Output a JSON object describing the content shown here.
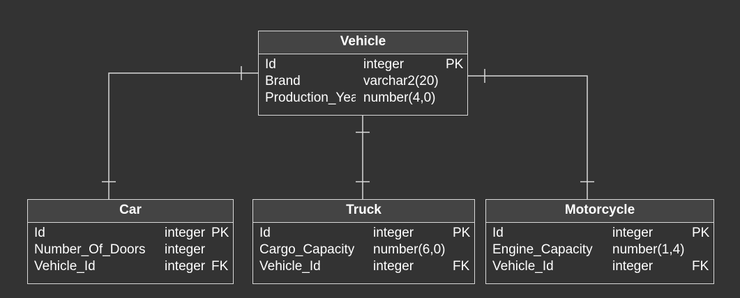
{
  "entities": {
    "vehicle": {
      "title": "Vehicle",
      "columns": [
        {
          "name": "Id",
          "type": "integer",
          "key": "PK"
        },
        {
          "name": "Brand",
          "type": "varchar2(20)",
          "key": ""
        },
        {
          "name": "Production_Year",
          "type": "number(4,0)",
          "key": ""
        }
      ]
    },
    "car": {
      "title": "Car",
      "columns": [
        {
          "name": "Id",
          "type": "integer",
          "key": "PK"
        },
        {
          "name": "Number_Of_Doors",
          "type": "integer",
          "key": ""
        },
        {
          "name": "Vehicle_Id",
          "type": "integer",
          "key": "FK"
        }
      ]
    },
    "truck": {
      "title": "Truck",
      "columns": [
        {
          "name": "Id",
          "type": "integer",
          "key": "PK"
        },
        {
          "name": "Cargo_Capacity",
          "type": "number(6,0)",
          "key": ""
        },
        {
          "name": "Vehicle_Id",
          "type": "integer",
          "key": "FK"
        }
      ]
    },
    "motorcycle": {
      "title": "Motorcycle",
      "columns": [
        {
          "name": "Id",
          "type": "integer",
          "key": "PK"
        },
        {
          "name": "Engine_Capacity",
          "type": "number(1,4)",
          "key": ""
        },
        {
          "name": "Vehicle_Id",
          "type": "integer",
          "key": "FK"
        }
      ]
    }
  },
  "colors": {
    "background": "#333333",
    "header_fill": "#444444",
    "border": "#d9d9d9",
    "text": "#ffffff"
  }
}
